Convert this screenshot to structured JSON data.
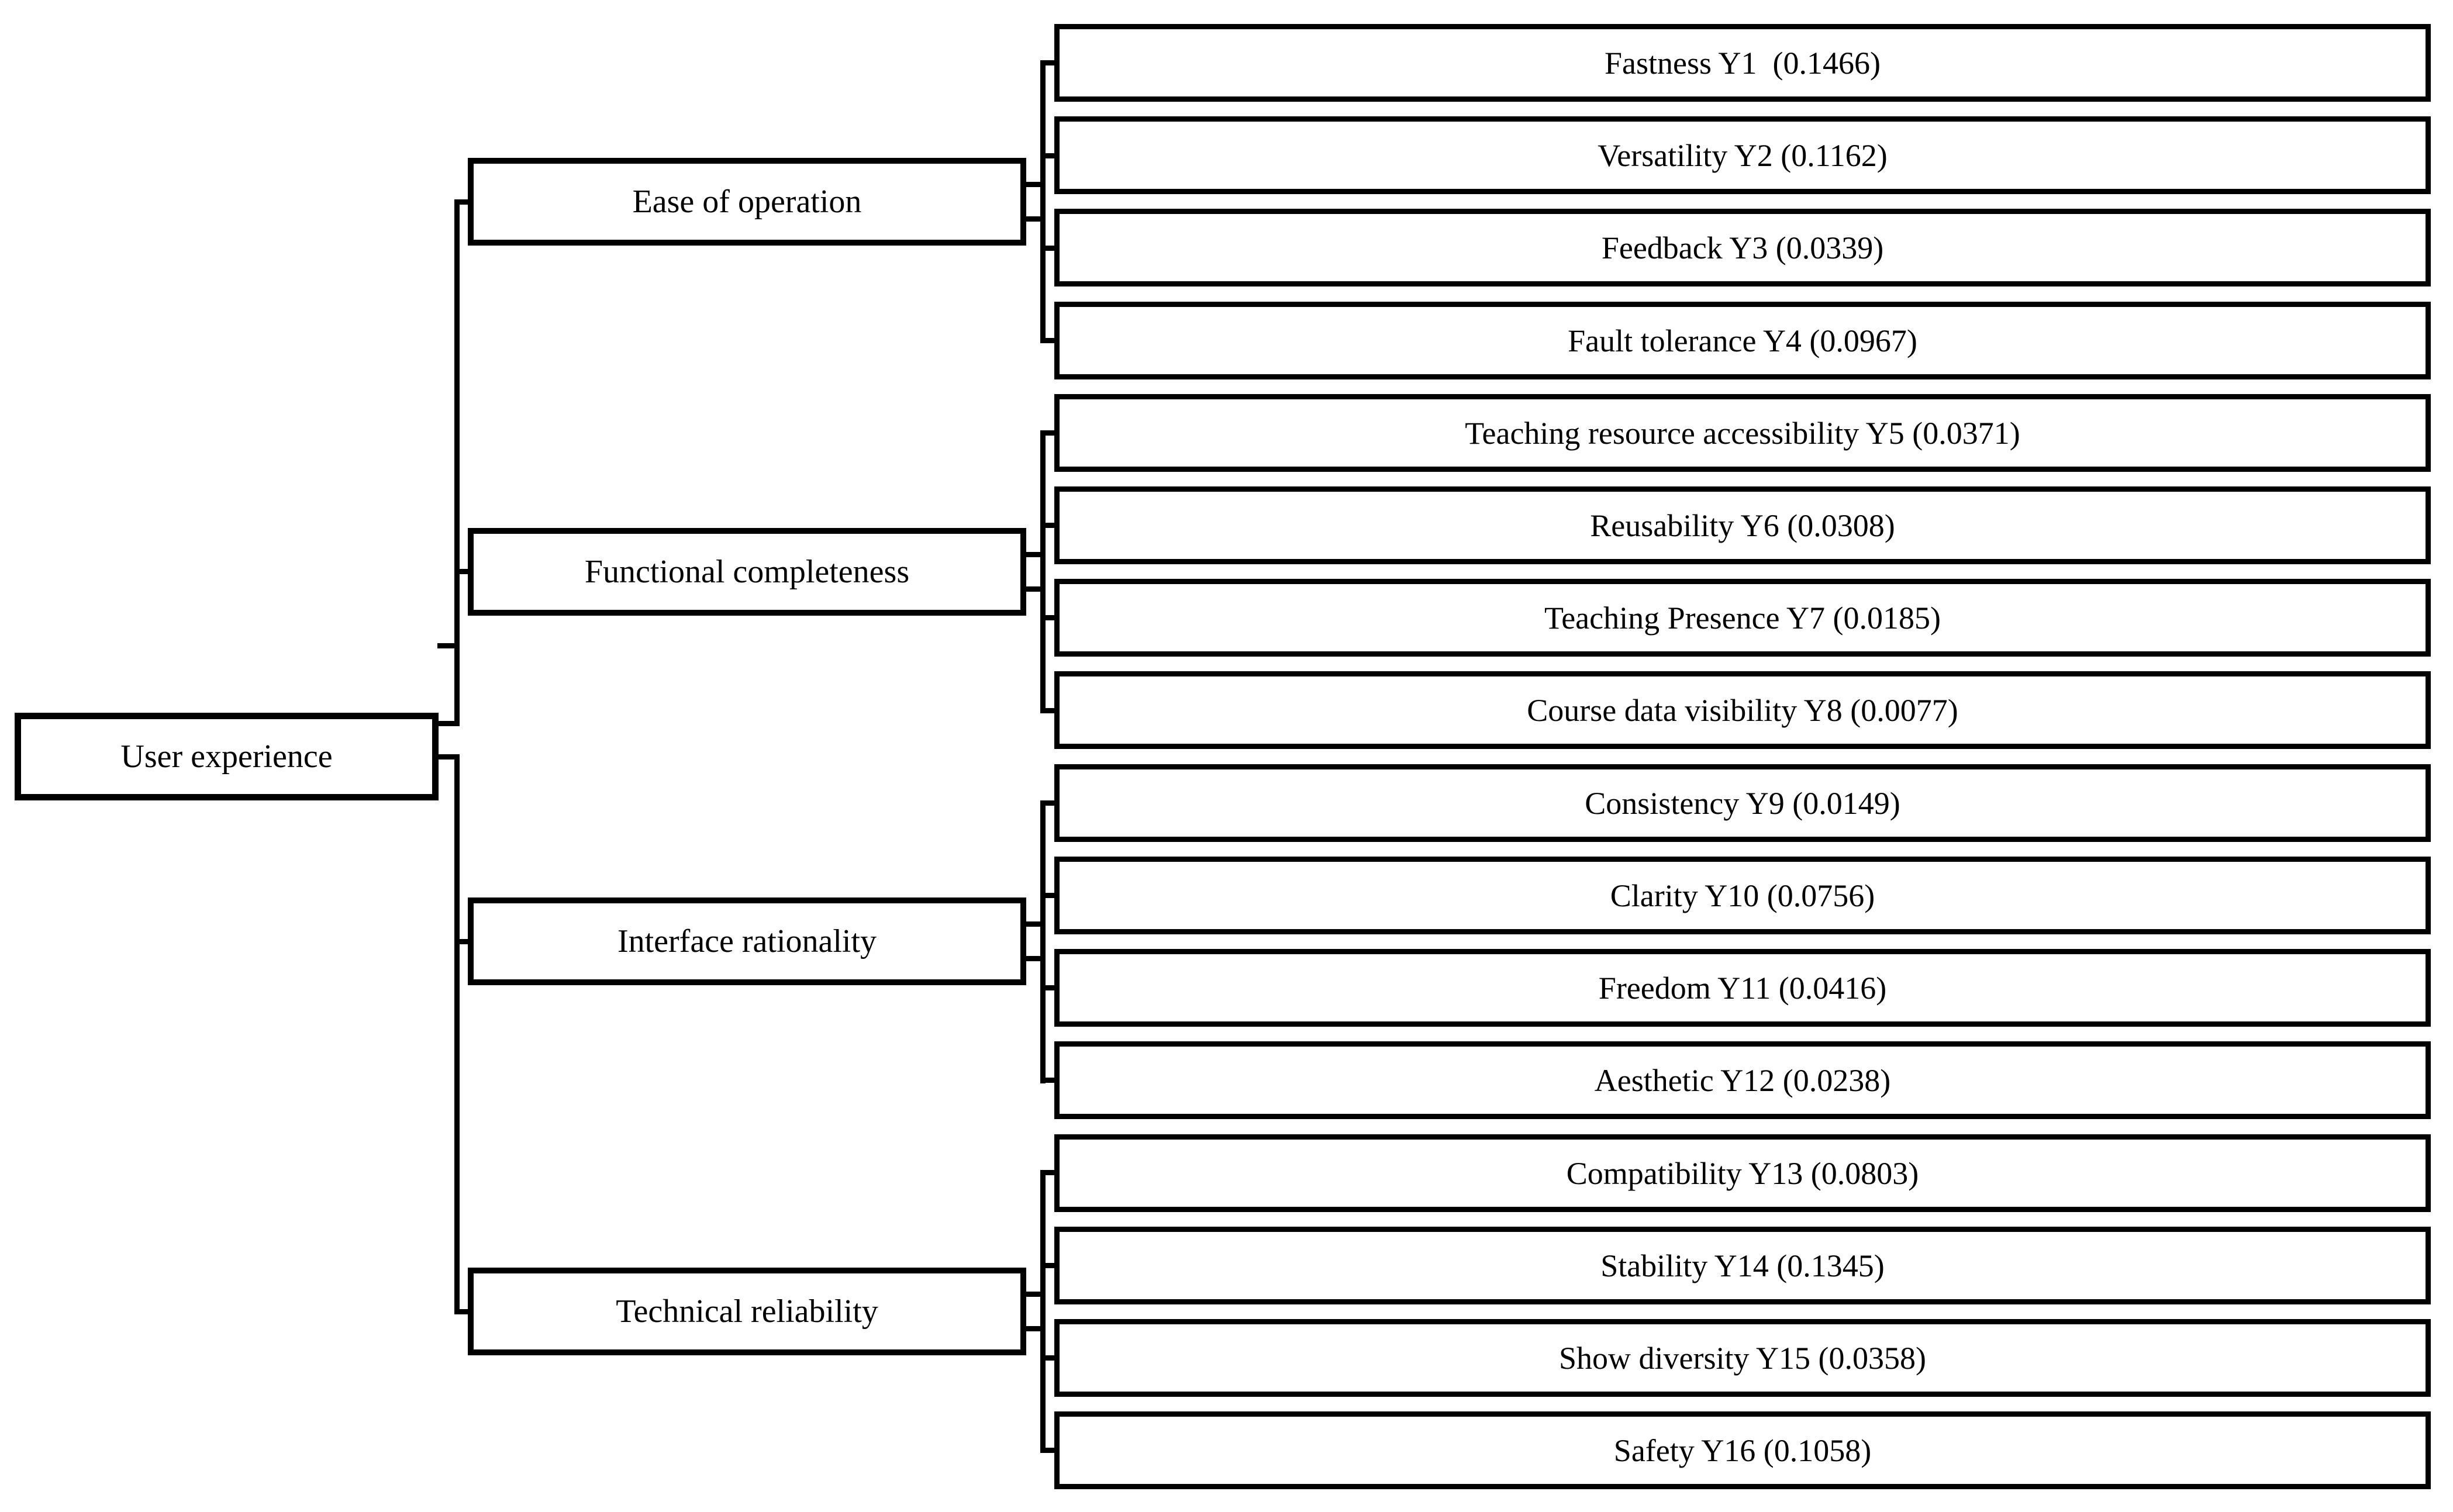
{
  "root": {
    "label": "User experience"
  },
  "categories": [
    {
      "label": "Ease of operation",
      "leaves": [
        "Fastness Y1  (0.1466)",
        "Versatility Y2 (0.1162)",
        "Feedback Y3 (0.0339)",
        "Fault tolerance Y4 (0.0967)"
      ]
    },
    {
      "label": "Functional completeness",
      "leaves": [
        "Teaching resource accessibility Y5 (0.0371)",
        "Reusability Y6 (0.0308)",
        "Teaching Presence Y7 (0.0185)",
        "Course data visibility Y8 (0.0077)"
      ]
    },
    {
      "label": "Interface rationality",
      "leaves": [
        "Consistency Y9 (0.0149)",
        "Clarity Y10 (0.0756)",
        "Freedom Y11 (0.0416)",
        "Aesthetic Y12 (0.0238)"
      ]
    },
    {
      "label": "Technical reliability",
      "leaves": [
        "Compatibility Y13 (0.0803)",
        "Stability Y14 (0.1345)",
        "Show diversity Y15 (0.0358)",
        "Safety Y16 (0.1058)"
      ]
    }
  ],
  "colors": {
    "line": "#000000",
    "background": "#ffffff",
    "text": "#000000"
  }
}
